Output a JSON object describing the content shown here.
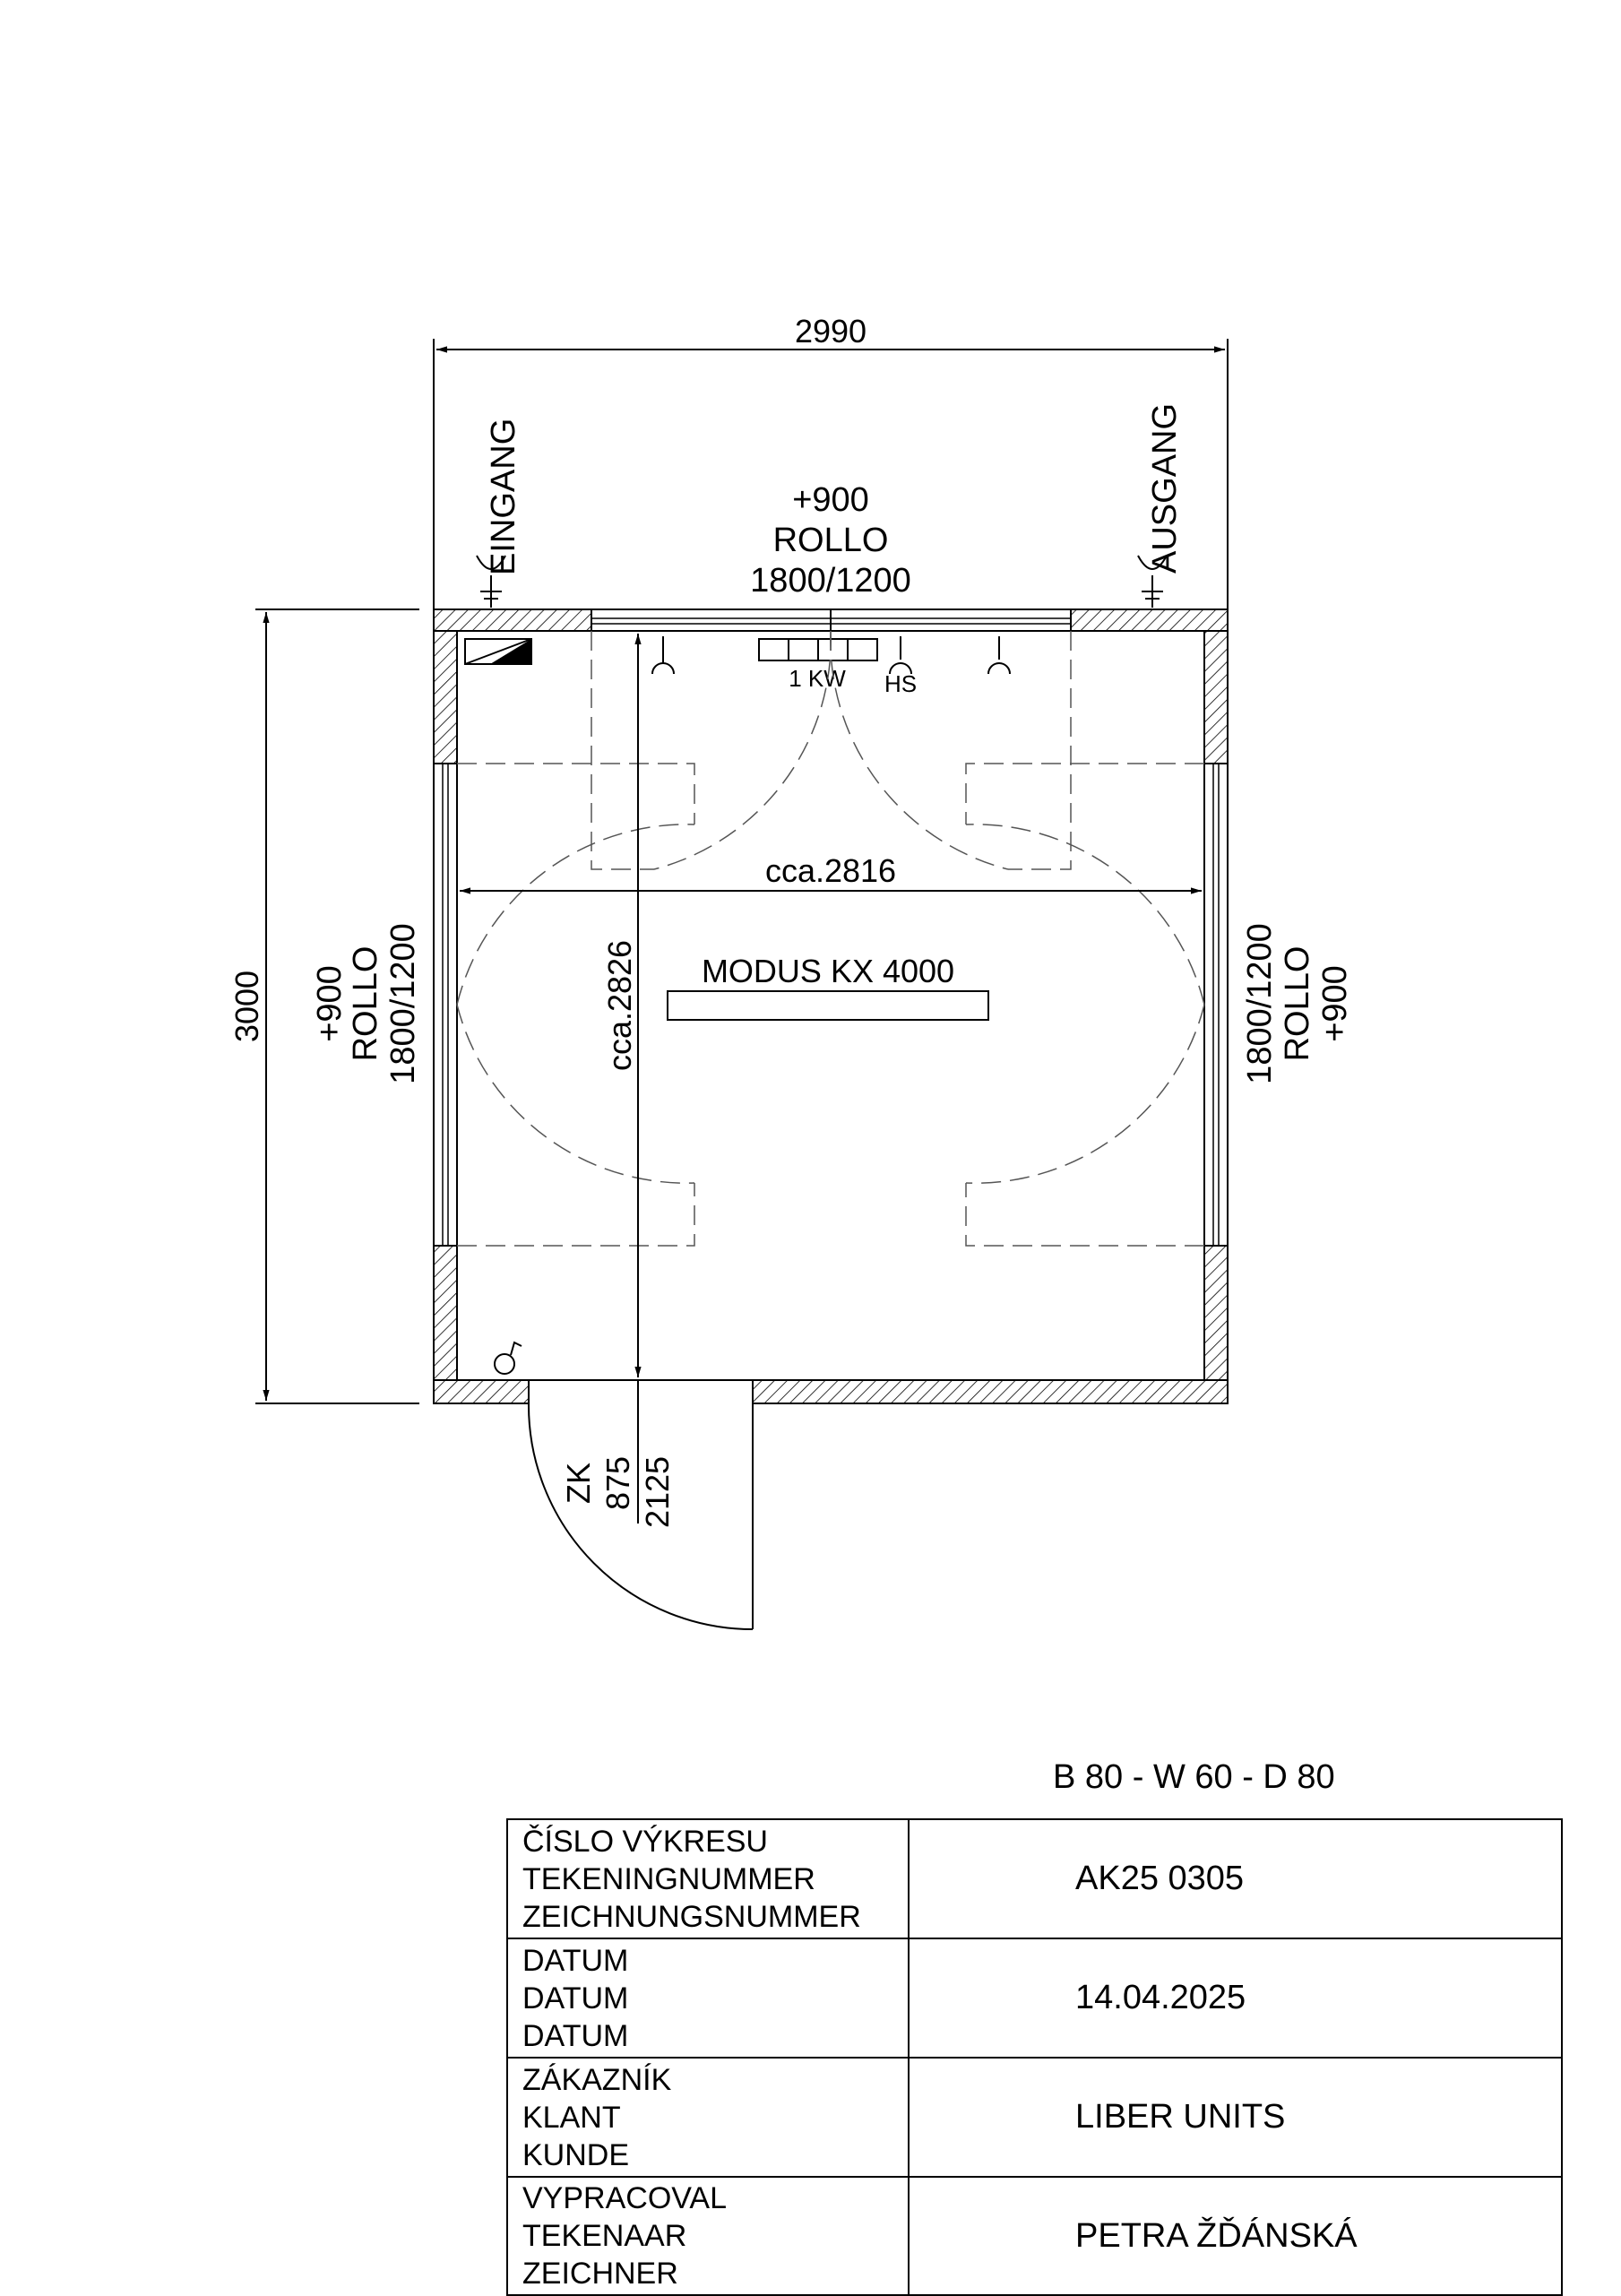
{
  "drawing": {
    "overall_width": "2990",
    "overall_depth": "3000",
    "interior_width": "cca.2816",
    "interior_depth": "cca.2826",
    "entrance_label": "EINGANG",
    "exit_label": "AUSGANG",
    "window_top": [
      "+900",
      "ROLLO",
      "1800/1200"
    ],
    "window_left": [
      "+900",
      "ROLLO",
      "1800/1200"
    ],
    "window_right": [
      "1800/1200",
      "ROLLO",
      "+900"
    ],
    "heater_label": "1 KW",
    "main_switch_label": "HS",
    "furniture_label": "MODUS KX 4000",
    "door_labels": [
      "ZK",
      "875",
      "2125"
    ]
  },
  "revision": "B 80 - W 60 - D 80",
  "title_block": [
    {
      "labels": [
        "ČÍSLO VÝKRESU",
        "TEKENINGNUMMER",
        "ZEICHNUNGSNUMMER"
      ],
      "value": "AK25 0305"
    },
    {
      "labels": [
        "DATUM",
        "DATUM",
        "DATUM"
      ],
      "value": "14.04.2025"
    },
    {
      "labels": [
        "ZÁKAZNÍK",
        "KLANT",
        "KUNDE"
      ],
      "value": "LIBER UNITS"
    },
    {
      "labels": [
        "VYPRACOVAL",
        "TEKENAAR",
        "ZEICHNER"
      ],
      "value": "PETRA ŽĎÁNSKÁ"
    }
  ]
}
